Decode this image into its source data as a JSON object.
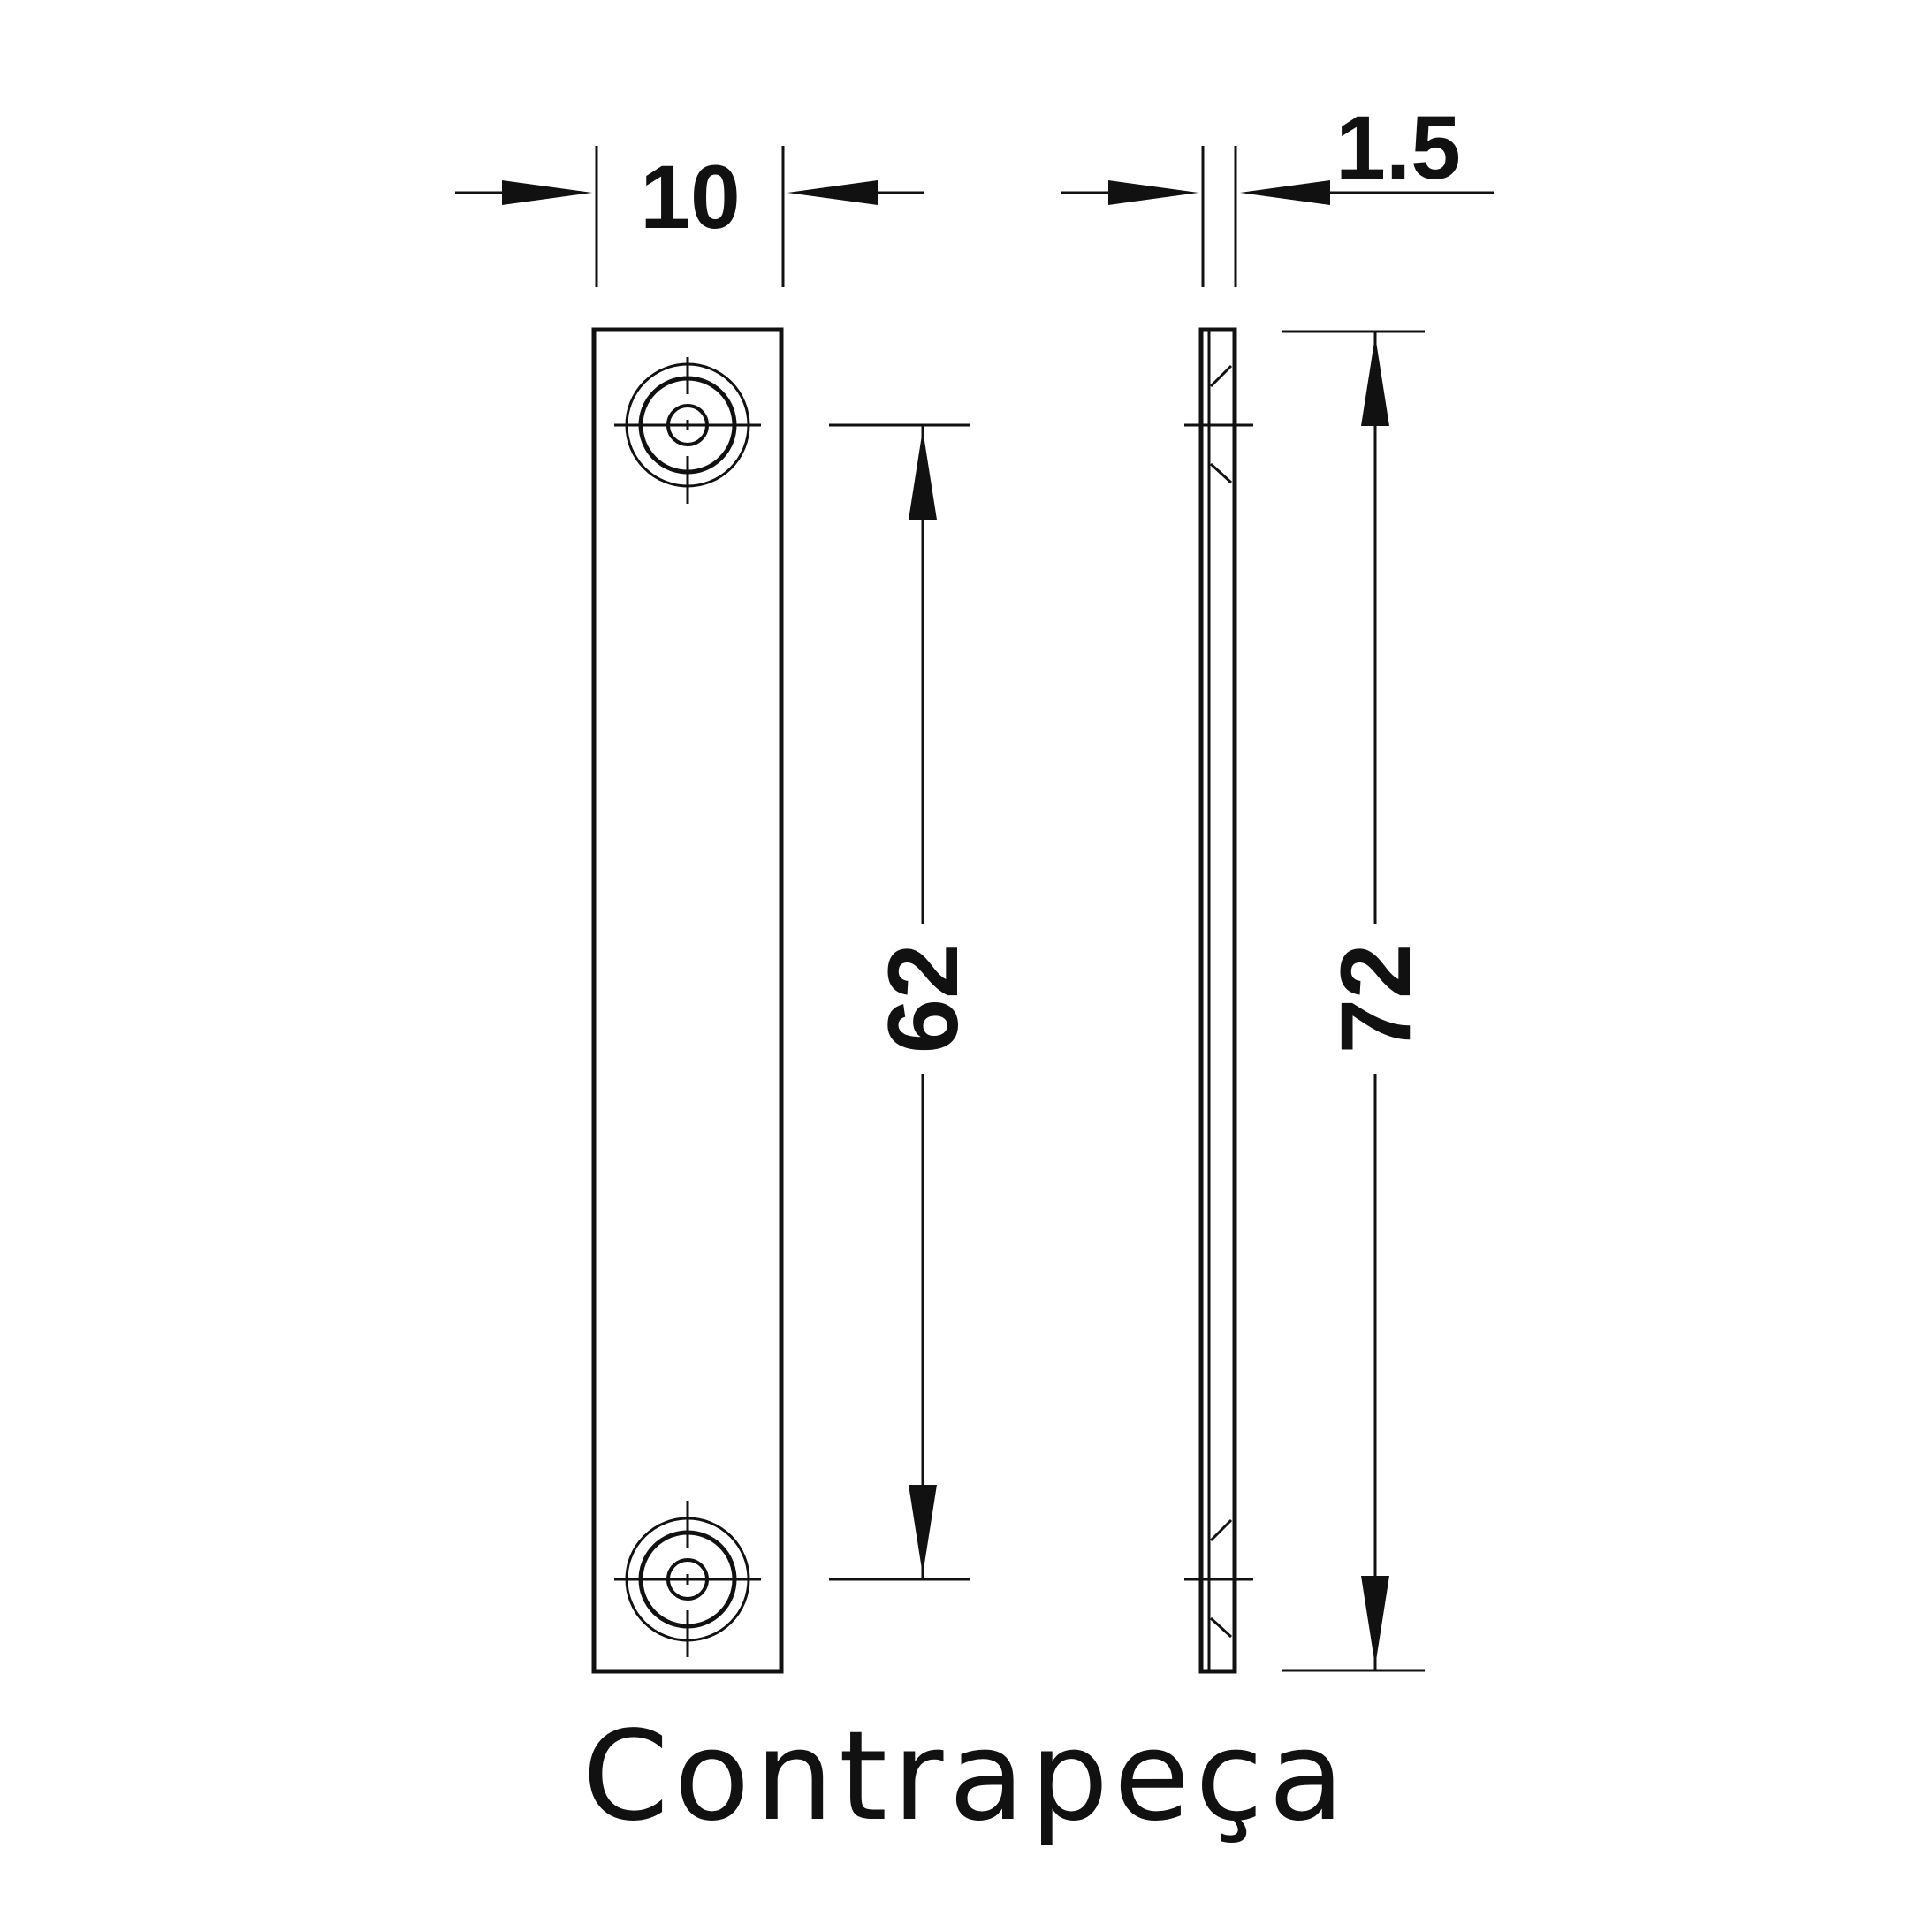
{
  "dimensions": {
    "width": "10",
    "thickness": "1.5",
    "hole_spacing": "62",
    "length": "72"
  },
  "caption": "Contrapeça",
  "colors": {
    "line": "#111111",
    "background": "#ffffff"
  }
}
